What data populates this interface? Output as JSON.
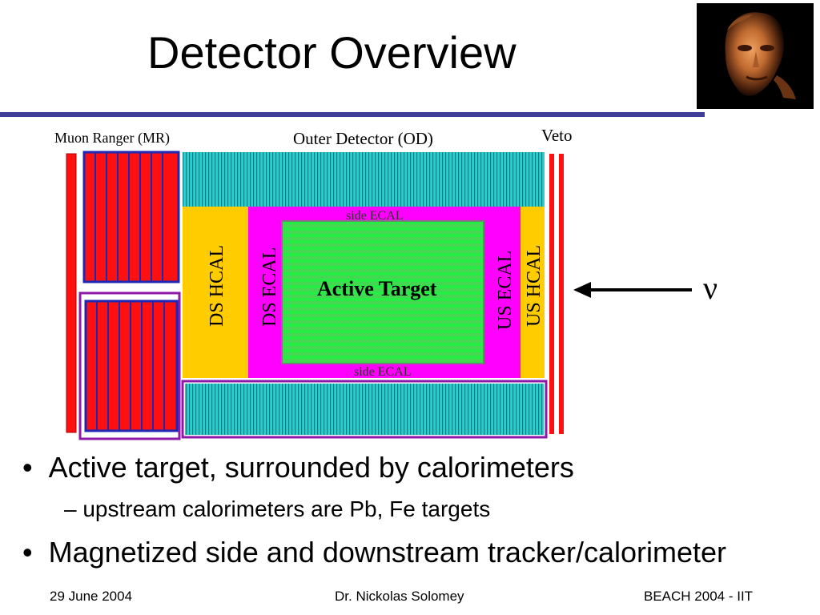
{
  "slide": {
    "title": "Detector Overview",
    "nu_symbol": "ν",
    "bullets": [
      {
        "marker": "•",
        "text": "Active target, surrounded by calorimeters"
      },
      {
        "marker": "–",
        "text": "upstream calorimeters are Pb, Fe targets"
      },
      {
        "marker": "•",
        "text": "Magnetized side and downstream tracker/calorimeter"
      }
    ],
    "footer": {
      "date": "29 June 2004",
      "author": "Dr. Nickolas Solomey",
      "event": "BEACH 2004 - IIT"
    }
  },
  "diagram": {
    "labels": {
      "muon_ranger": "Muon Ranger (MR)",
      "outer_detector": "Outer Detector (OD)",
      "veto": "Veto",
      "side_ecal_top": "side ECAL",
      "side_ecal_bottom": "side ECAL",
      "ds_hcal": "DS HCAL",
      "ds_ecal": "DS ECAL",
      "active_target": "Active Target",
      "us_ecal": "US ECAL",
      "us_hcal": "US HCAL"
    },
    "colors": {
      "outer_detector": "#22d3cf",
      "hcal": "#ffcc00",
      "ecal": "#ff00ff",
      "active_target": "#22ee44",
      "muon_bar": "#ff1010",
      "muon_outline": "#1c28b4",
      "frame_purple": "#9018a8",
      "rule": "#3f3f9a"
    }
  }
}
